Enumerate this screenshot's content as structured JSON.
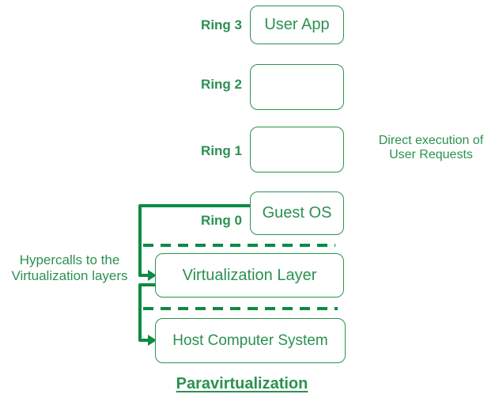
{
  "title": "Paravirtualization",
  "colors": {
    "accent": "#2b9150",
    "line": "#0d8a44",
    "background": "#ffffff"
  },
  "rings": [
    {
      "label": "Ring 3",
      "box_text": "User App"
    },
    {
      "label": "Ring 2",
      "box_text": ""
    },
    {
      "label": "Ring 1",
      "box_text": ""
    },
    {
      "label": "Ring 0",
      "box_text": "Guest OS"
    }
  ],
  "layers": [
    {
      "box_text": "Virtualization Layer"
    },
    {
      "box_text": "Host Computer System"
    }
  ],
  "annotations": {
    "left_note": {
      "line1": "Hypercalls to the",
      "line2": "Virtualization layers"
    },
    "right_note": {
      "line1": "Direct execution of",
      "line2": "User Requests"
    }
  }
}
